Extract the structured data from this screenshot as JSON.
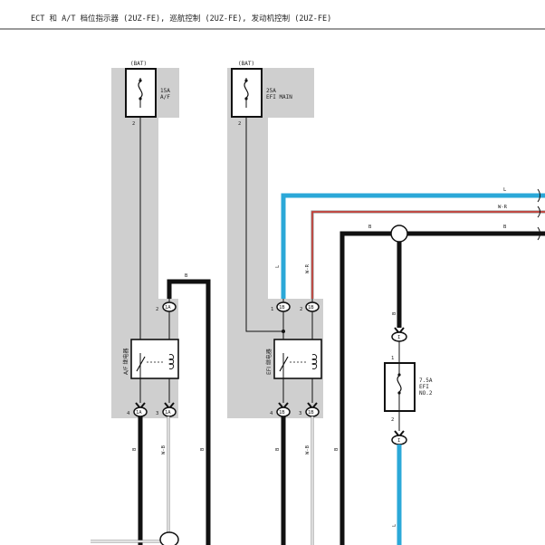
{
  "header": {
    "title": "ECT 和 A/T 档位指示器 (2UZ-FE), 巡航控制 (2UZ-FE), 发动机控制 (2UZ-FE)"
  },
  "fuses": {
    "af": {
      "source": "(BAT)",
      "rating": "15A",
      "name": "A/F",
      "pin": "2"
    },
    "efi_main": {
      "source": "(BAT)",
      "rating": "25A",
      "name": "EFI MAIN",
      "pin": "2"
    },
    "efi_no2": {
      "rating": "7.5A",
      "name": "EFI",
      "name2": "NO.2",
      "pin_top": "1",
      "pin_bottom": "2"
    }
  },
  "relays": {
    "af": {
      "label": "A/F 继电器",
      "pins": {
        "top_left": "",
        "top_right": "2",
        "top_right_conn": "1A",
        "bottom_left": "4",
        "bottom_left_conn": "1A",
        "bottom_right": "3",
        "bottom_right_conn": "1A"
      }
    },
    "efi": {
      "label": "EFI 继电器",
      "pins": {
        "top_left": "1",
        "top_left_conn": "1B",
        "top_right": "2",
        "top_right_conn": "1B",
        "bottom_left": "4",
        "bottom_left_conn": "1B",
        "bottom_right": "3",
        "bottom_right_conn": "1B"
      }
    }
  },
  "connectors": {
    "i1_top": "I",
    "i1_bottom": "I"
  },
  "wire_colors": {
    "L": "L",
    "W_R": "W-R",
    "B": "B",
    "af_relay_top": "B",
    "af_out_left": "B",
    "af_out_mid": "W-B",
    "af_out_right": "B",
    "efi_in": "L",
    "efi_in_right": "W-R",
    "efi_out_left": "B",
    "efi_out_right": "W-B",
    "trunk": "B",
    "fuse_feed": "B",
    "fuse_out": "L"
  },
  "colors": {
    "blue": "#2ba8d8",
    "red": "#e0241c",
    "black": "#111111",
    "grey_shade": "#cfcfcf"
  }
}
